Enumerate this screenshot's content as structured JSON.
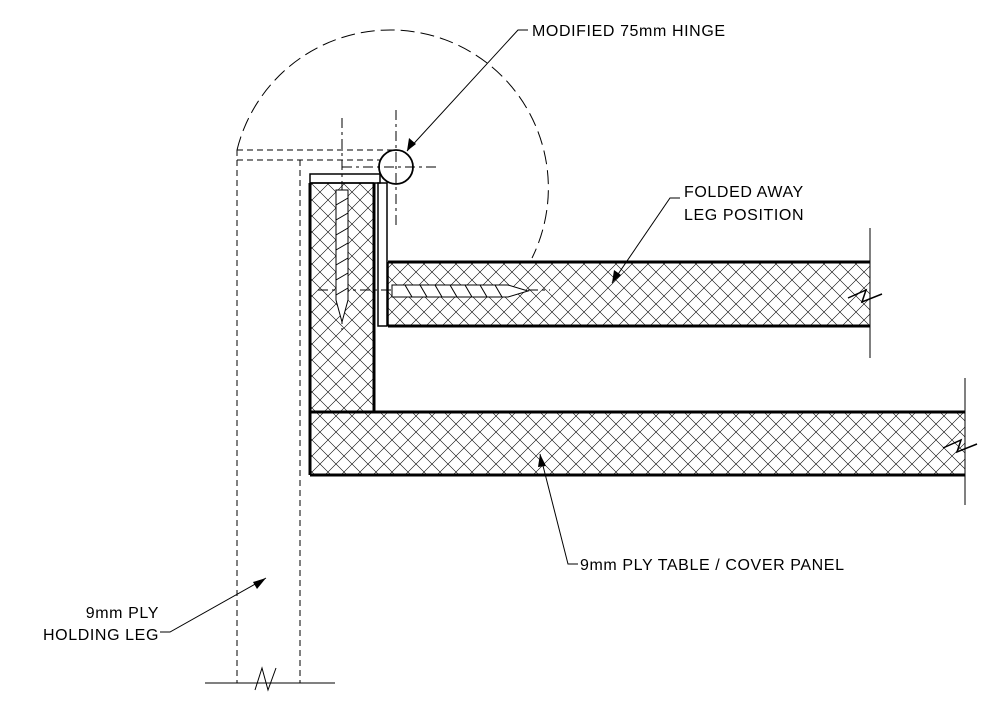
{
  "labels": {
    "hinge": "MODIFIED 75mm HINGE",
    "folded_line1": "FOLDED AWAY",
    "folded_line2": "LEG POSITION",
    "panel": "9mm PLY TABLE / COVER PANEL",
    "leg_line1": "9mm PLY",
    "leg_line2": "HOLDING LEG"
  },
  "colors": {
    "ink": "#000000",
    "background": "#ffffff"
  }
}
